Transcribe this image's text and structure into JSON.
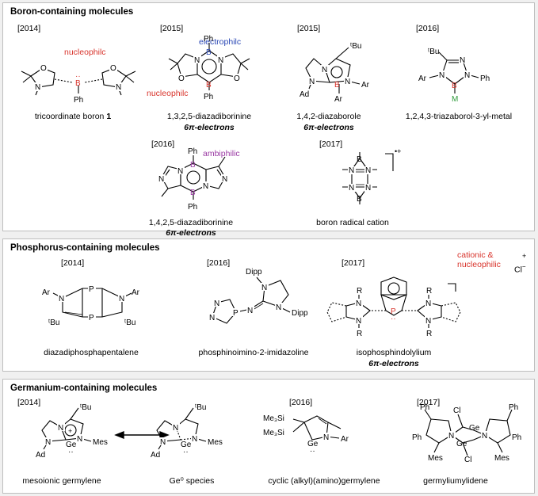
{
  "panels": {
    "boron": {
      "title": "Boron-containing molecules",
      "items": [
        {
          "year": "[2014]",
          "caption_pre": "tricoordinate boron ",
          "caption_bold": "1",
          "note": "nucleophilc"
        },
        {
          "year": "[2015]",
          "caption": "1,3,2,5-diazadiborinine",
          "subcaption": "6π-electrons",
          "note_top": "electrophilc",
          "note_bottom": "nucleophilc"
        },
        {
          "year": "[2015]",
          "caption": "1,4,2-diazaborole",
          "subcaption": "6π-electrons"
        },
        {
          "year": "[2016]",
          "caption": "1,2,4,3-triazaborol-3-yl-metal"
        },
        {
          "year": "[2016]",
          "caption": "1,4,2,5-diazadiborinine",
          "subcaption": "6π-electrons",
          "note": "ambiphilic"
        },
        {
          "year": "[2017]",
          "caption": "boron radical cation",
          "charge": "•+"
        }
      ]
    },
    "phosphorus": {
      "title": "Phosphorus-containing molecules",
      "items": [
        {
          "year": "[2014]",
          "caption": "diazadiphosphapentalene"
        },
        {
          "year": "[2016]",
          "caption": "phosphinoimino-2-imidazoline"
        },
        {
          "year": "[2017]",
          "caption": "isophosphindolylium",
          "subcaption": "6π-electrons",
          "note_line1": "cationic &",
          "note_line2": "nucleophilic",
          "charge": "+",
          "counterion": "Cl",
          "counterion_charge": "−"
        }
      ]
    },
    "germanium": {
      "title": "Germanium-containing molecules",
      "items": [
        {
          "year": "[2014]",
          "caption": "mesoionic germylene"
        },
        {
          "caption": "Ge⁰ species"
        },
        {
          "year": "[2016]",
          "caption": "cyclic (alkyl)(amino)germylene"
        },
        {
          "year": "[2017]",
          "caption": "germyliumylidene"
        }
      ]
    }
  },
  "atoms": {
    "O": "O",
    "N": "N",
    "B": "B",
    "P": "P",
    "Ph": "Ph",
    "Ar": "Ar",
    "Ad": "Ad",
    "M": "M",
    "tBu": "ᵗBu",
    "Dipp": "Dipp",
    "R": "R",
    "Ge": "Ge",
    "Mes": "Mes",
    "Cl": "Cl",
    "Me3Si": "Me₃Si",
    "lone_pair": "··",
    "plus_circle": "+"
  },
  "colors": {
    "red": "#d8342c",
    "blue": "#2846b4",
    "purple": "#9a3aa3",
    "green": "#2e9b3a"
  }
}
